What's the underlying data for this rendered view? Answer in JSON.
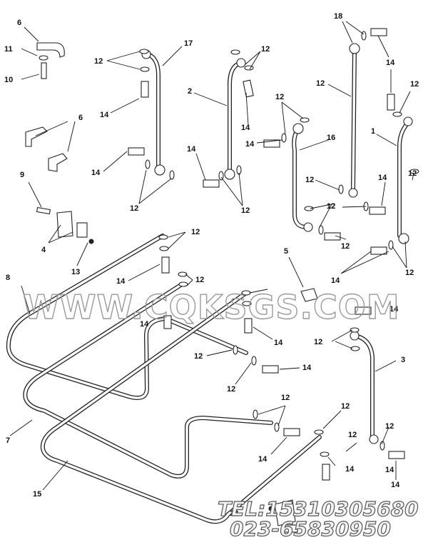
{
  "callouts": [
    {
      "id": "c6a",
      "text": "6"
    },
    {
      "id": "c11",
      "text": "11"
    },
    {
      "id": "c10",
      "text": "10"
    },
    {
      "id": "c12a",
      "text": "12"
    },
    {
      "id": "c17",
      "text": "17"
    },
    {
      "id": "c14a",
      "text": "14"
    },
    {
      "id": "c6b",
      "text": "6"
    },
    {
      "id": "c14b",
      "text": "14"
    },
    {
      "id": "c12b",
      "text": "12"
    },
    {
      "id": "c9",
      "text": "9"
    },
    {
      "id": "c4",
      "text": "4"
    },
    {
      "id": "c13a",
      "text": "13"
    },
    {
      "id": "c12c",
      "text": "12"
    },
    {
      "id": "c2",
      "text": "2"
    },
    {
      "id": "c14c",
      "text": "14"
    },
    {
      "id": "c14d",
      "text": "14"
    },
    {
      "id": "c12d",
      "text": "12"
    },
    {
      "id": "c12e",
      "text": "12"
    },
    {
      "id": "c16",
      "text": "16"
    },
    {
      "id": "c14e",
      "text": "14"
    },
    {
      "id": "c12f",
      "text": "12"
    },
    {
      "id": "c12g",
      "text": "12"
    },
    {
      "id": "c18",
      "text": "18"
    },
    {
      "id": "c12h",
      "text": "12"
    },
    {
      "id": "c14f",
      "text": "14"
    },
    {
      "id": "c12i",
      "text": "12"
    },
    {
      "id": "c1",
      "text": "1"
    },
    {
      "id": "c12j",
      "text": "12"
    },
    {
      "id": "c14g",
      "text": "14"
    },
    {
      "id": "c12k",
      "text": "12"
    },
    {
      "id": "c12l",
      "text": "12"
    },
    {
      "id": "c12m",
      "text": "12"
    },
    {
      "id": "c5",
      "text": "5"
    },
    {
      "id": "c14h",
      "text": "14"
    },
    {
      "id": "c12n",
      "text": "12"
    },
    {
      "id": "c14i",
      "text": "14"
    },
    {
      "id": "c8",
      "text": "8"
    },
    {
      "id": "c12o",
      "text": "12"
    },
    {
      "id": "c14j",
      "text": "14"
    },
    {
      "id": "c14k",
      "text": "14"
    },
    {
      "id": "c12p",
      "text": "12"
    },
    {
      "id": "c14l",
      "text": "14"
    },
    {
      "id": "c12q",
      "text": "12"
    },
    {
      "id": "c12r",
      "text": "12"
    },
    {
      "id": "c14m",
      "text": "14"
    },
    {
      "id": "c3",
      "text": "3"
    },
    {
      "id": "c12s",
      "text": "12"
    },
    {
      "id": "c14n",
      "text": "14"
    },
    {
      "id": "c7",
      "text": "7"
    },
    {
      "id": "c12t",
      "text": "12"
    },
    {
      "id": "c14o",
      "text": "14"
    },
    {
      "id": "c12u",
      "text": "12"
    },
    {
      "id": "c14p",
      "text": "14"
    },
    {
      "id": "c12v",
      "text": "12"
    },
    {
      "id": "c14q",
      "text": "14"
    },
    {
      "id": "c15",
      "text": "15"
    },
    {
      "id": "c13b",
      "text": "13"
    }
  ],
  "watermark": {
    "site": "WWW.CQKSGS.COM",
    "tel": "TEL:15310305680",
    "phone": "023-65830950"
  }
}
